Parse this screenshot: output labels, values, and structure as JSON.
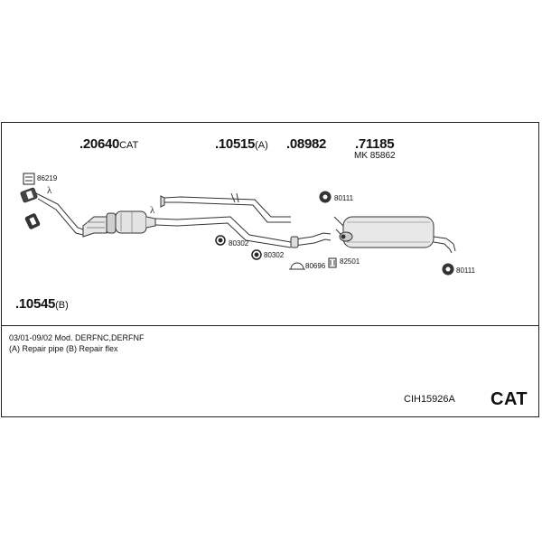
{
  "parts": {
    "catalyst": {
      "number": ".20640",
      "suffix": "CAT"
    },
    "front_pipe": {
      "number": ".10545",
      "suffix": "(B)"
    },
    "middle_pipe": {
      "number": ".10515",
      "suffix": "(A)"
    },
    "connector_pipe": {
      "number": ".08982",
      "suffix": ""
    },
    "rear_silencer": {
      "number": ".71185",
      "mounting_kit": "MK 85862"
    }
  },
  "accessories": {
    "clamp_86219": "86219",
    "mount_80111_top": "80111",
    "mount_80111_bottom": "80111",
    "gasket_80302_a": "80302",
    "gasket_80302_b": "80302",
    "clamp_80696": "80696",
    "clamp_82501": "82501"
  },
  "symbols": {
    "lambda_1": "λ",
    "lambda_2": "λ"
  },
  "notes": {
    "line1": "03/01-09/02   Mod. DERFNC,DERFNF",
    "line2": "(A) Repair pipe (B) Repair flex"
  },
  "footer": {
    "system_code": "CIH15926A",
    "badge": "CAT"
  }
}
